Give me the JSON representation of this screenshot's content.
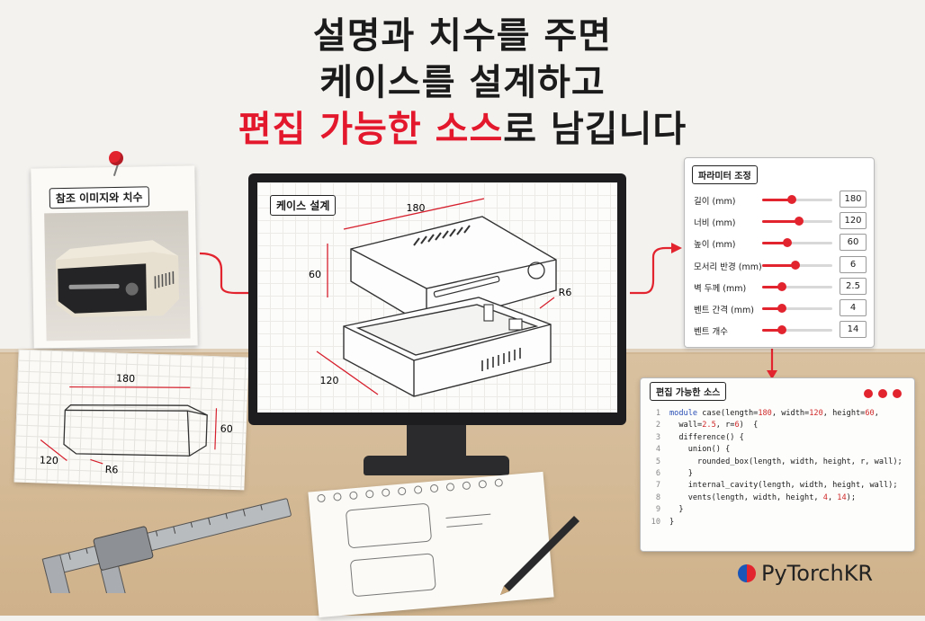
{
  "headline": {
    "line1": "설명과 치수를 주면",
    "line2": "케이스를 설계하고",
    "line3_highlight_1": "편집 가능한",
    "line3_highlight_2": "소스",
    "line3_rest": "로 남깁니다",
    "highlight_color": "#e3182d"
  },
  "reference": {
    "label": "참조 이미지와 치수"
  },
  "sketch": {
    "length": "180",
    "height": "60",
    "width": "120",
    "radius": "R6"
  },
  "design": {
    "label": "케이스 설계",
    "length": "180",
    "height": "60",
    "width": "120",
    "radius": "R6"
  },
  "params": {
    "title": "파라미터 조정",
    "items": [
      {
        "label": "길이 (mm)",
        "value": "180",
        "level": 0.42
      },
      {
        "label": "너비 (mm)",
        "value": "120",
        "level": 0.52
      },
      {
        "label": "높이 (mm)",
        "value": "60",
        "level": 0.36
      },
      {
        "label": "모서리 반경 (mm)",
        "value": "6",
        "level": 0.48
      },
      {
        "label": "벽 두께 (mm)",
        "value": "2.5",
        "level": 0.28
      },
      {
        "label": "벤트 간격 (mm)",
        "value": "4",
        "level": 0.28
      },
      {
        "label": "벤트 개수",
        "value": "14",
        "level": 0.28
      }
    ],
    "accent": "#e2242f"
  },
  "code": {
    "title": "편집 가능한 소스",
    "lines": [
      {
        "no": "1",
        "kw": "module",
        "text": " case(length=",
        "n1": "180",
        "t2": ", width=",
        "n2": "120",
        "t3": ", height=",
        "n3": "60",
        "t4": ","
      },
      {
        "no": "2",
        "text": "  wall=",
        "n1": "2.5",
        "t2": ", r=",
        "n2": "6",
        "t3": ")  {"
      },
      {
        "no": "3",
        "text": "  difference() {"
      },
      {
        "no": "4",
        "text": "    union() {"
      },
      {
        "no": "5",
        "text": "      rounded_box(length, width, height, r, wall);"
      },
      {
        "no": "6",
        "text": "    }"
      },
      {
        "no": "7",
        "text": "    internal_cavity(length, width, height, wall);"
      },
      {
        "no": "8",
        "text": "    vents(length, width, height, ",
        "n1": "4",
        "t2": ", ",
        "n2": "14",
        "t3": ");"
      },
      {
        "no": "9",
        "text": "  }"
      },
      {
        "no": "10",
        "text": "}"
      }
    ]
  },
  "brand": {
    "name": "PyTorchKR"
  }
}
